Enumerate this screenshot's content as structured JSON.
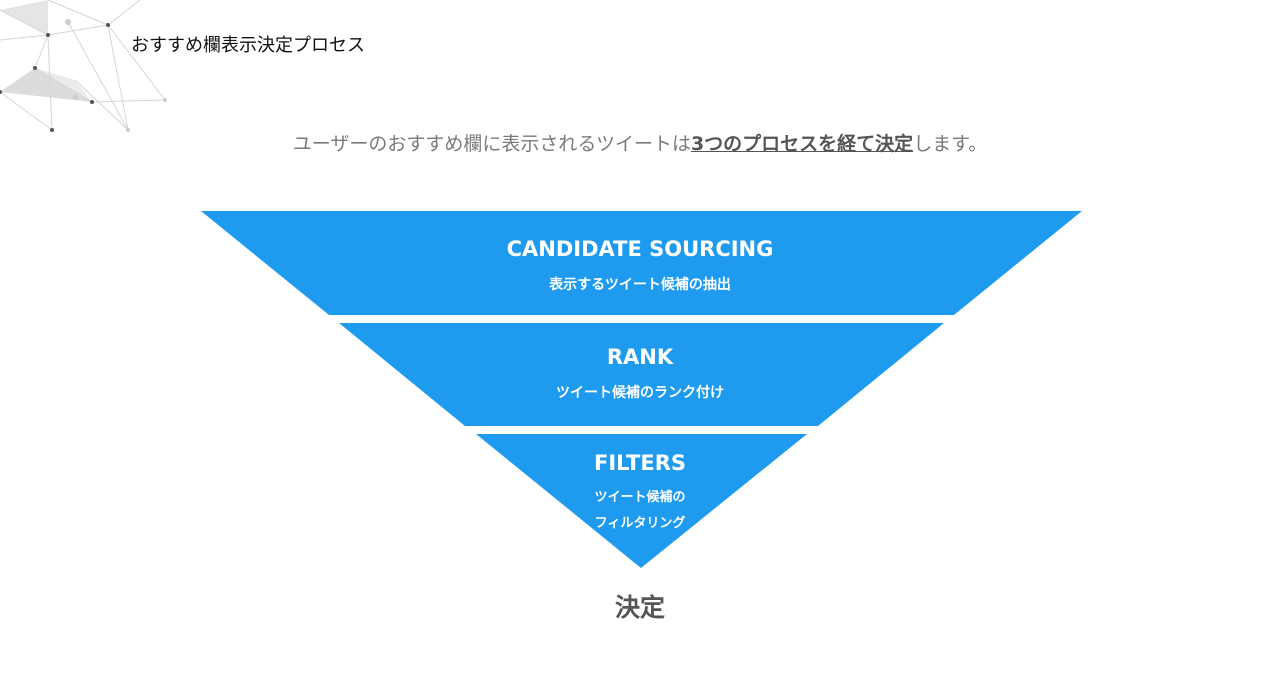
{
  "slide": {
    "title": "おすすめ欄表示決定プロセス"
  },
  "intro": {
    "before": "ユーザーのおすすめ欄に表示されるツイートは",
    "emphasis": "3つのプロセスを経て決定",
    "after": "します。"
  },
  "funnel": {
    "color": "#1E9BEF",
    "stages": [
      {
        "title": "CANDIDATE SOURCING",
        "subtitle": [
          "表示するツイート候補の抽出"
        ]
      },
      {
        "title": "RANK",
        "subtitle": [
          "ツイート候補のランク付け"
        ]
      },
      {
        "title": "FILTERS",
        "subtitle": [
          "ツイート候補の",
          "フィルタリング"
        ]
      }
    ]
  },
  "result": {
    "label": "決定"
  },
  "decoration": {
    "name": "network-pattern-icon"
  }
}
